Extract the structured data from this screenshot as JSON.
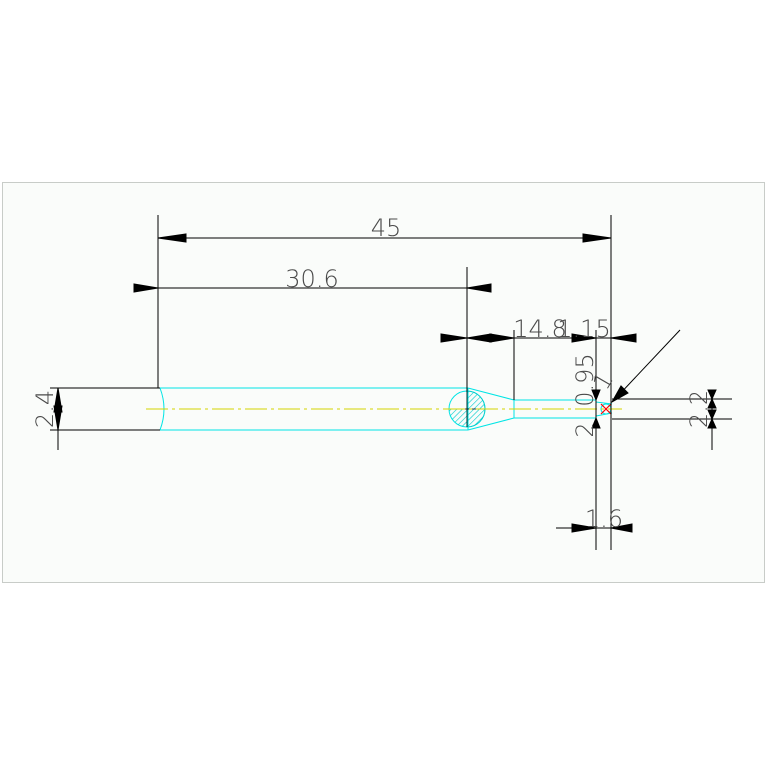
{
  "colors": {
    "paper": "#fafcfa",
    "dimension": "#000000",
    "part_outline": "#00e5e5",
    "centerline": "#d4d400",
    "text": "#4a4a4a",
    "hatch": "#00cccc",
    "marker": "#ff0000"
  },
  "dimensions": {
    "overall_length": "45",
    "body_length": "30.6",
    "taper_length": "14.8",
    "tip_length": "1.15",
    "shank_diameter": "2.4",
    "neck_diameter": "2.2",
    "flute_diameter": "1.6",
    "tip_angle_label": "1",
    "neck_label_a": "0.95",
    "neck_label_b": "2"
  }
}
